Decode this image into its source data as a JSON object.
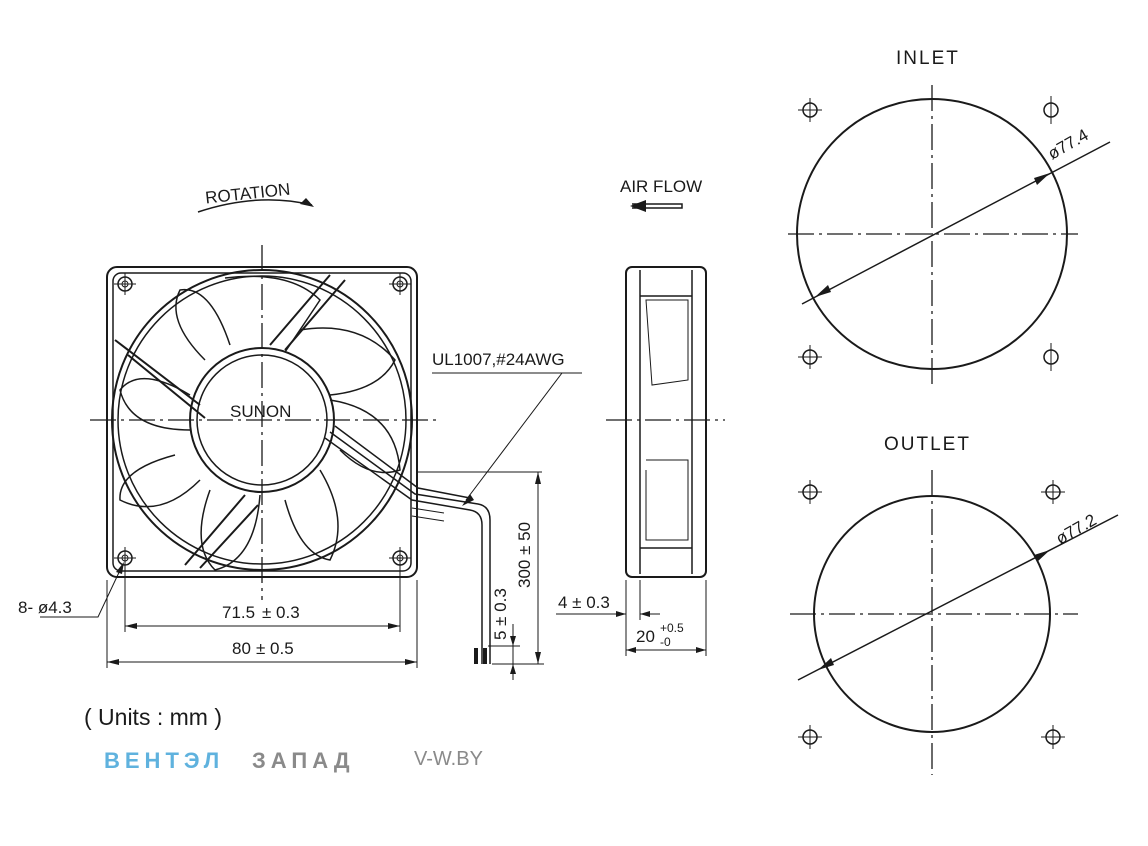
{
  "labels": {
    "rotation": "ROTATION",
    "brand": "SUNON",
    "wire_spec": "UL1007,#24AWG",
    "air_flow": "AIR FLOW",
    "inlet": "INLET",
    "outlet": "OUTLET",
    "units": "( Units : mm )"
  },
  "dimensions": {
    "holes": "8- ø4.3",
    "hole_spacing": "71.5",
    "hole_spacing_tol": "± 0.3",
    "width": "80",
    "width_tol": "± 0.5",
    "lead_length": "300 ± 50",
    "strip_length": "5 ± 0.3",
    "flange": "4 ± 0.3",
    "thickness": "20",
    "thickness_tol_upper": "+0.5",
    "thickness_tol_lower": "-0",
    "inlet_diameter": "ø77.4",
    "outlet_diameter": "ø77.2"
  },
  "watermark": {
    "brand_part1": "ВЕНТЭЛ",
    "brand_part2": "ЗАПАД",
    "site": "V-W.BY",
    "color_part1": "#5fb2de",
    "color_part2": "#8a8a8a"
  }
}
